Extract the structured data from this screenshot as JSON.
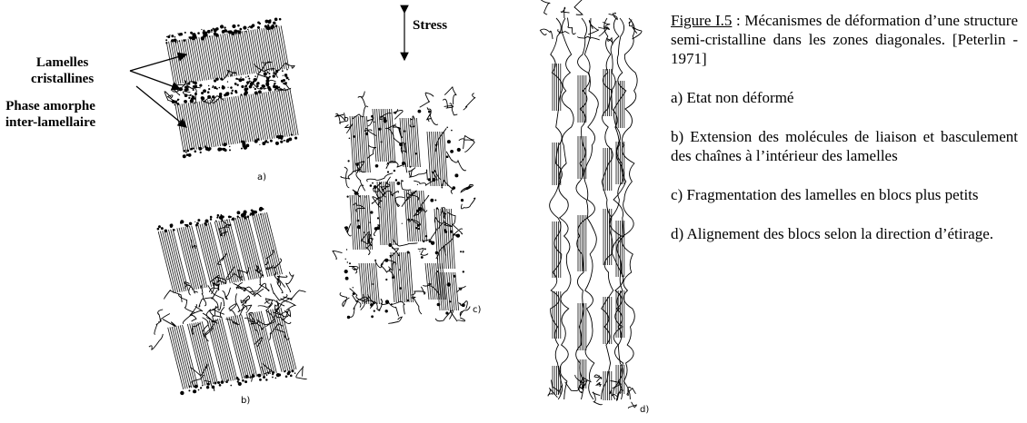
{
  "labels": {
    "lamelles": [
      "Lamelles",
      "cristallines"
    ],
    "amorphe": [
      "Phase amorphe",
      "inter-lamellaire"
    ],
    "stress": "Stress",
    "panels": [
      "a)",
      "b)",
      "c)",
      "d)"
    ]
  },
  "caption": {
    "figure_ref": "Figure   I.5",
    "separator": " : ",
    "title": "Mécanismes de déformation d’une structure semi-cristalline dans les zones diagonales. [Peterlin - 1971]",
    "steps": [
      "a) Etat non déformé",
      "b) Extension des molécules de liaison et basculement des chaînes à l’intérieur des lamelles",
      "c) Fragmentation des lamelles en blocs plus petits",
      "d) Alignement des blocs selon la direction d’étirage."
    ]
  }
}
